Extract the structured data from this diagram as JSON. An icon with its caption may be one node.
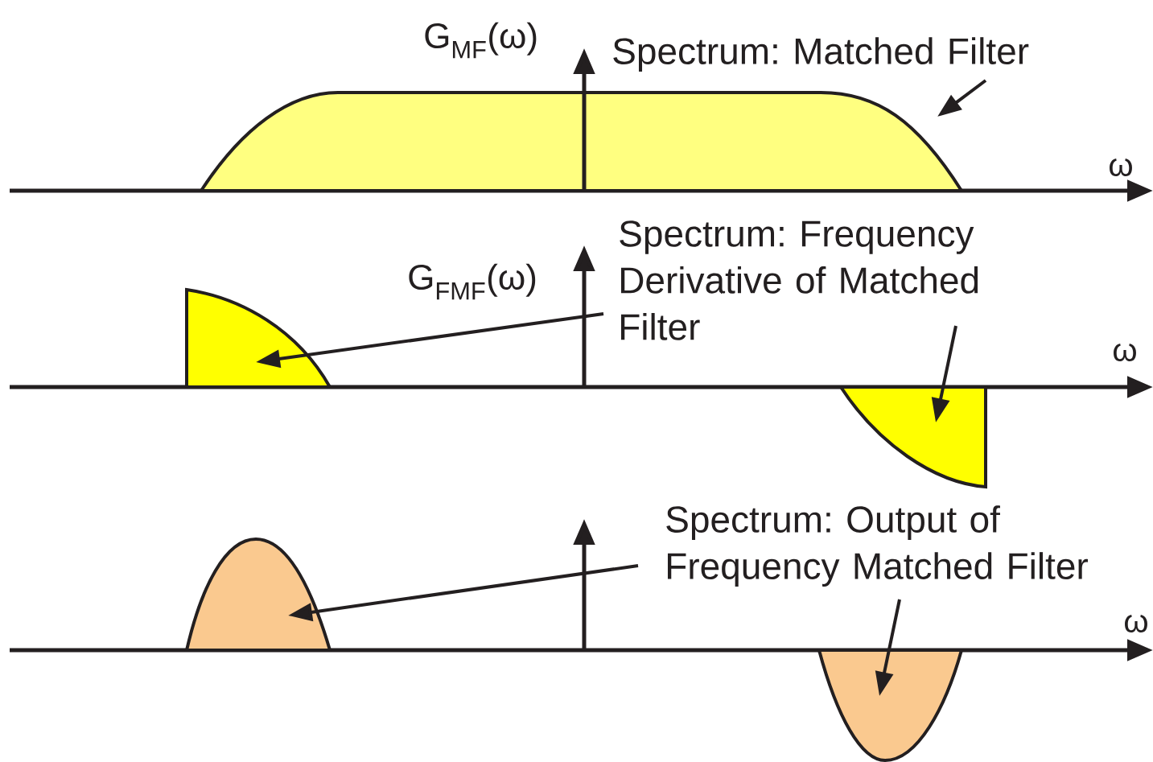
{
  "diagram": {
    "nodes": [
      {
        "text": [
          "Spectrum: Matched Filter"
        ]
      },
      {
        "text": [],
        "shape": "picture"
      },
      {
        "text": [
          "Spectrum: Frequency Derivative of Matched Filter"
        ]
      },
      {
        "text": [],
        "shape": "picture"
      },
      {
        "text": [],
        "shape": "picture"
      },
      {
        "text": [
          "Spectrum: Output of Frequency Matched Filter"
        ]
      },
      {
        "text": [],
        "shape": "picture"
      },
      {
        "text": [],
        "shape": "picture"
      }
    ],
    "edges": [
      {
        "from": 0,
        "to": 1,
        "arrow": "to"
      },
      {
        "from": 2,
        "to": 3,
        "arrow": "to"
      },
      {
        "from": 2,
        "to": 4,
        "arrow": "to"
      },
      {
        "from": 5,
        "to": 6,
        "arrow": "to"
      },
      {
        "from": 5,
        "to": 7,
        "arrow": "to"
      }
    ],
    "labels": [
      "G$_{MF}$(ω)",
      "ω",
      "G$_{FMF}$(ω)",
      "ω",
      "ω"
    ]
  }
}
